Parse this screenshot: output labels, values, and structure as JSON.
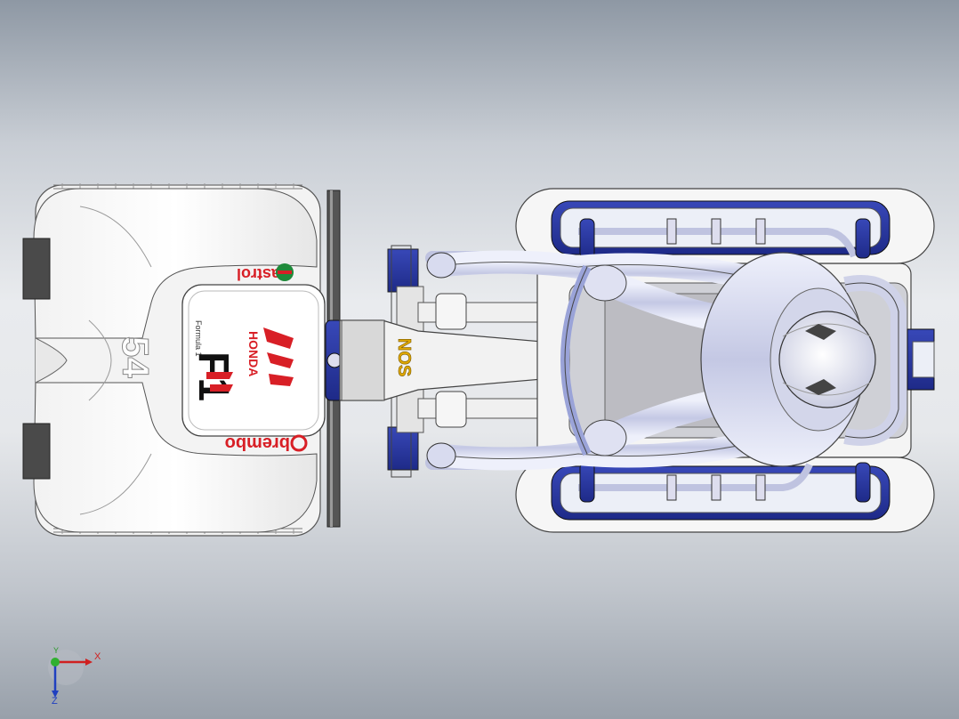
{
  "decals": {
    "castrol": "Castrol",
    "brembo": "brembo",
    "honda": "HONDA",
    "f1": "F1",
    "formula1": "Formula 1",
    "nos": "NOS",
    "number": "54"
  },
  "triad": {
    "x_label": "X",
    "y_label": "Y",
    "z_label": "Z"
  },
  "colors": {
    "background": "#c9ced5",
    "body": "#ffffff",
    "rider": "#c7cbe6",
    "accent_blue": "#2c3aa8",
    "brand_red": "#d81f26"
  }
}
